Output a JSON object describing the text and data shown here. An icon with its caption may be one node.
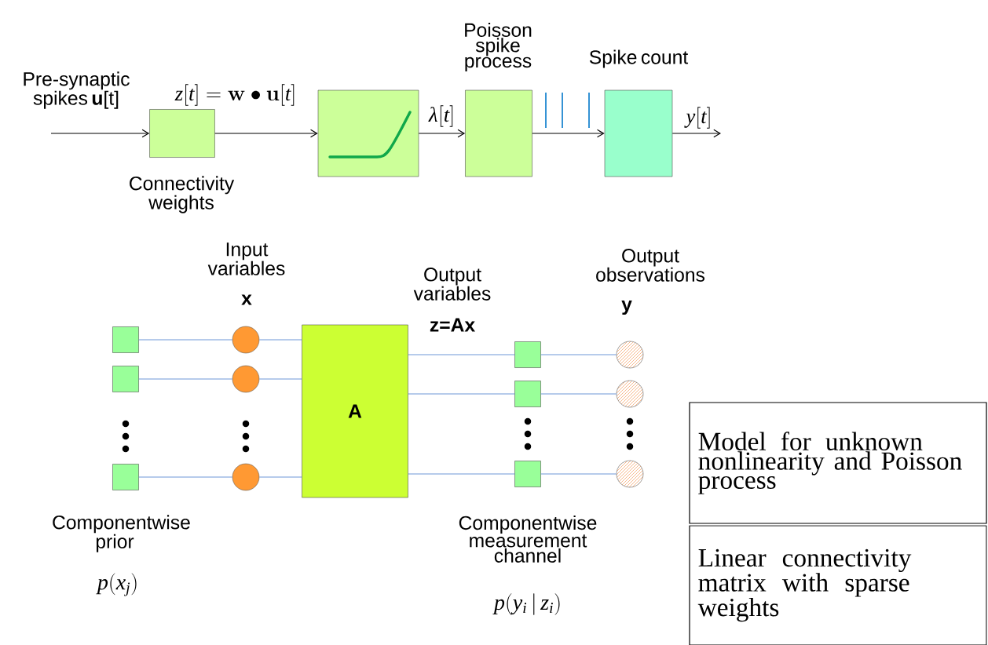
{
  "diagram": {
    "nodes": [
      {
        "text": [],
        "shape": "box",
        "beside": [
          "Connectivity weights"
        ]
      },
      {
        "text": [],
        "shape": "box"
      },
      {
        "text": [],
        "shape": "box",
        "beside": [
          "Poisson spike process"
        ]
      },
      {
        "text": [],
        "shape": "box",
        "beside": [
          "Spike count"
        ]
      },
      {
        "text": [],
        "shape": "box"
      },
      {
        "text": [],
        "shape": "box"
      },
      {
        "text": [],
        "shape": "box"
      },
      {
        "text": [],
        "shape": "circle"
      },
      {
        "text": [],
        "shape": "circle"
      },
      {
        "text": [],
        "shape": "circle"
      },
      {
        "text": [
          "A"
        ]
      },
      {
        "text": [],
        "shape": "box"
      },
      {
        "text": [],
        "shape": "box"
      },
      {
        "text": [],
        "shape": "box"
      },
      {
        "text": [],
        "shape": "circle"
      },
      {
        "text": [],
        "shape": "circle"
      },
      {
        "text": [],
        "shape": "circle"
      },
      {
        "text": [
          "Model for unknown nonlinearity and Poisson process"
        ]
      },
      {
        "text": [
          "Linear connectivity matrix with sparse weights"
        ]
      }
    ],
    "edges": [
      {
        "from": null,
        "to": 0,
        "arrow": "to",
        "label": "Pre-synaptic spikes **u**[t]",
        "color": "#000000"
      },
      {
        "from": 0,
        "to": 1,
        "arrow": "to",
        "label": "z[t] = \\mathbf{w} \\bullet \\mathbf{u}[t]",
        "color": "#000000"
      },
      {
        "from": 1,
        "to": 2,
        "arrow": "to",
        "label": "\\lambda[t]",
        "color": "#000000"
      },
      {
        "from": 2,
        "to": 3,
        "arrow": "to",
        "color": "#000000"
      },
      {
        "from": 3,
        "to": null,
        "arrow": "to",
        "label": "y[t]",
        "color": "#000000"
      },
      {
        "from": 4,
        "to": 7,
        "arrow": "none"
      },
      {
        "from": 5,
        "to": 8,
        "arrow": "none"
      },
      {
        "from": 6,
        "to": 9,
        "arrow": "none"
      },
      {
        "from": 7,
        "to": 10,
        "arrow": "none"
      },
      {
        "from": 8,
        "to": 10,
        "arrow": "none"
      },
      {
        "from": 9,
        "to": 10,
        "arrow": "none"
      },
      {
        "from": 10,
        "to": 11,
        "arrow": "none"
      },
      {
        "from": 10,
        "to": 12,
        "arrow": "none"
      },
      {
        "from": 10,
        "to": 13,
        "arrow": "none"
      },
      {
        "from": 11,
        "to": 14,
        "arrow": "none"
      },
      {
        "from": 12,
        "to": 15,
        "arrow": "none"
      },
      {
        "from": 13,
        "to": 16,
        "arrow": "none"
      }
    ],
    "labels": [
      "Input variables",
      "x",
      "Output variables",
      "z=Ax",
      "Output observations",
      "y",
      "Componentwise prior",
      "p(x_j)",
      "Componentwise measurement channel",
      "p(y_i \\,|\\, z_i)"
    ]
  }
}
